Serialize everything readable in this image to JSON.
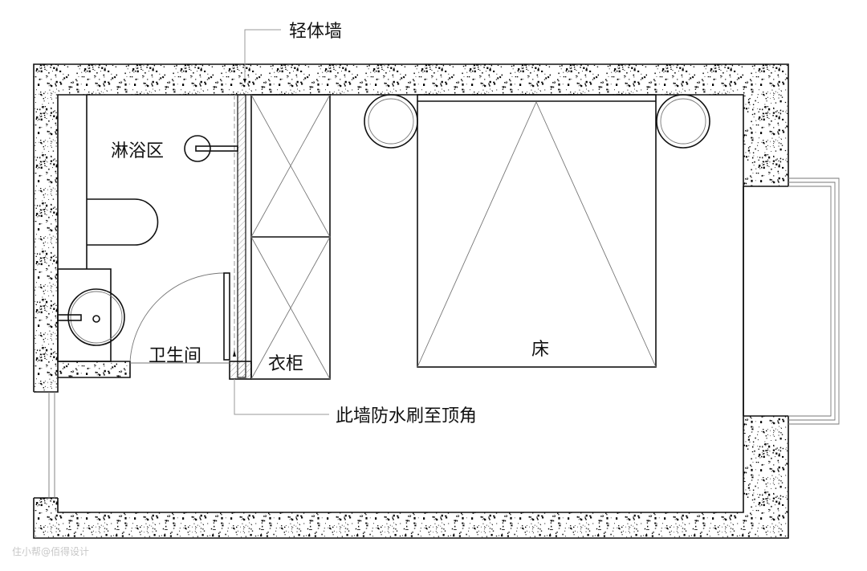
{
  "plan": {
    "labels": {
      "light_wall": "轻体墙",
      "shower_area": "淋浴区",
      "bathroom": "卫生间",
      "wardrobe": "衣柜",
      "bed": "床",
      "waterproof_note": "此墙防水刷至顶角"
    },
    "watermark": "住小帮@佰得设计",
    "colors": {
      "line": "#111111",
      "wall_speckle": "#000000",
      "background": "#ffffff"
    }
  }
}
